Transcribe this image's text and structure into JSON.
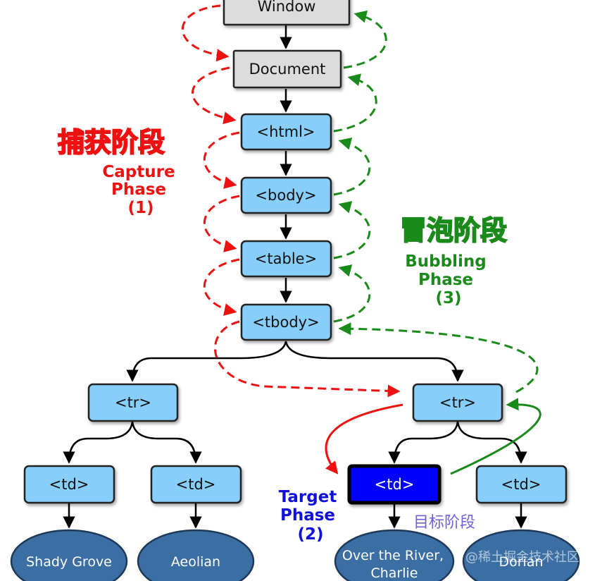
{
  "nodes": {
    "window": "Window",
    "document": "Document",
    "html": "<html>",
    "body": "<body>",
    "table": "<table>",
    "tbody": "<tbody>",
    "tr_left": "<tr>",
    "tr_right": "<tr>",
    "td_1": "<td>",
    "td_2": "<td>",
    "td_target": "<td>",
    "td_4": "<td>"
  },
  "leaves": {
    "leaf_1": "Shady Grove",
    "leaf_2": "Aeolian",
    "leaf_3_line1": "Over the River,",
    "leaf_3_line2": "Charlie",
    "leaf_4": "Dorian"
  },
  "capture": {
    "cn": "捕获阶段",
    "line1": "Capture",
    "line2": "Phase",
    "line3": "(1)"
  },
  "bubbling": {
    "cn": "冒泡阶段",
    "line1": "Bubbling",
    "line2": "Phase",
    "line3": "(3)"
  },
  "target": {
    "line1": "Target",
    "line2": "Phase",
    "line3": "(2)",
    "cn": "目标阶段"
  },
  "watermark": "@稀土掘金技术社区",
  "colors": {
    "capture": "#ee1111",
    "bubbling": "#1a8a1a",
    "target": "#1111dd",
    "target_cn": "#6b63d6",
    "node_fill": "#87cefa",
    "gray_fill": "#dcdcdc",
    "leaf_fill": "#3b6fa3"
  }
}
